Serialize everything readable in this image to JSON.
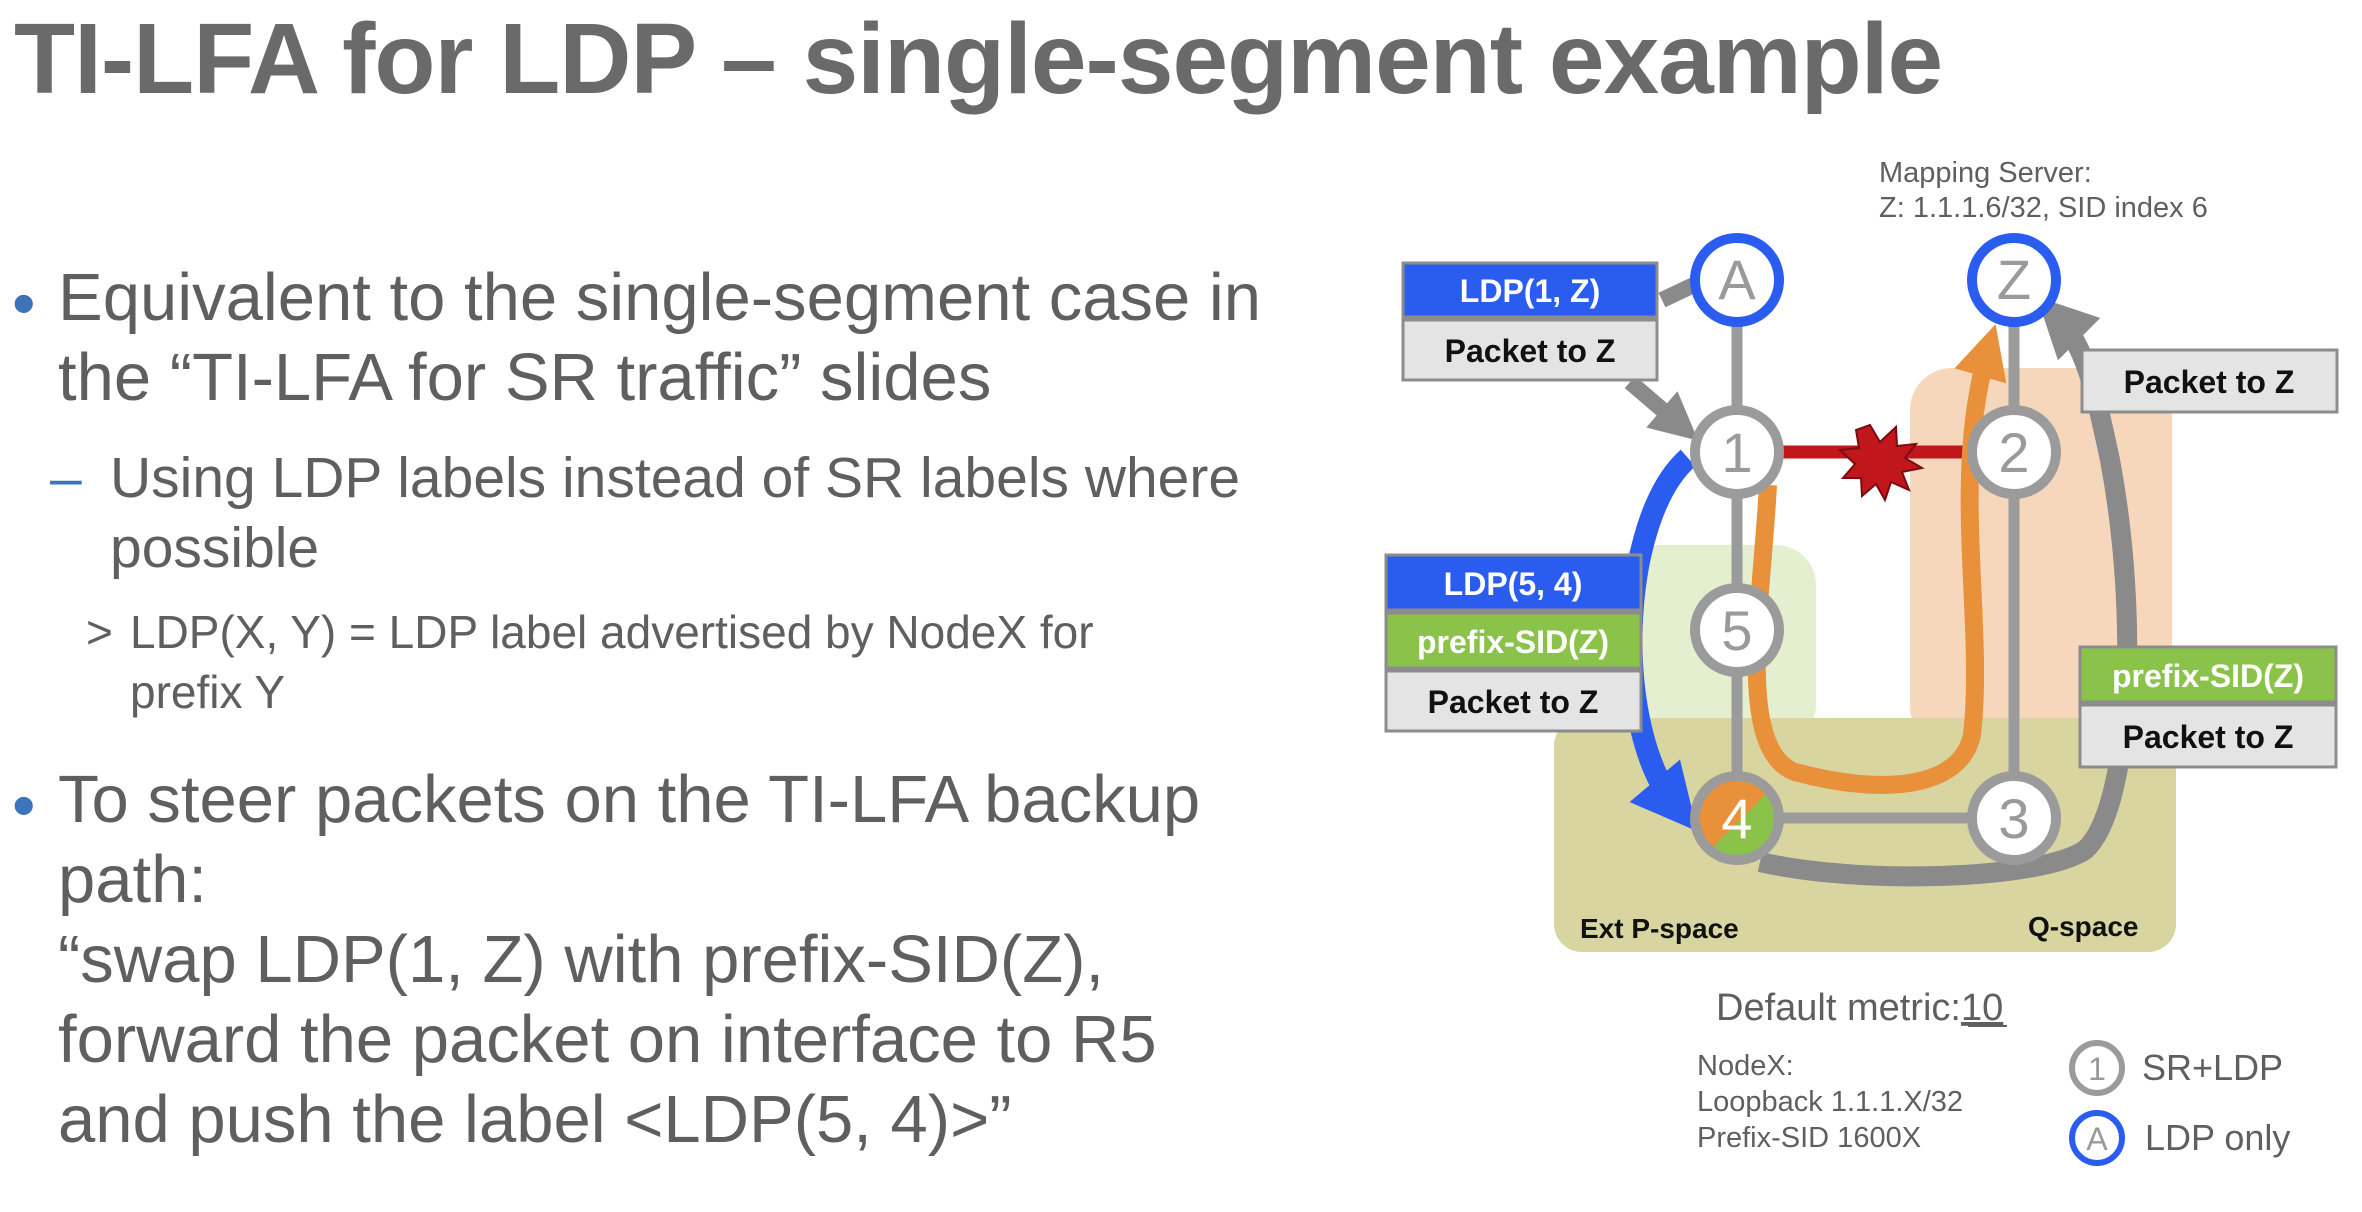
{
  "slide": {
    "title": "TI-LFA for LDP – single-segment example",
    "bullets": {
      "b1_line1": "Equivalent to the single-segment case in",
      "b1_line2": "the “TI-LFA for SR traffic” slides",
      "b1_sub_dash": "–",
      "b1_sub_line1": "Using LDP labels instead of SR labels where",
      "b1_sub_line2": "possible",
      "b1_subsub_marker": ">",
      "b1_subsub_line1": "LDP(X, Y) = LDP label advertised by NodeX for",
      "b1_subsub_line2": "prefix Y",
      "b2_line1": "To steer packets on the TI-LFA backup",
      "b2_line2": "path:",
      "b2_line3": "“swap LDP(1, Z) with prefix-SID(Z),",
      "b2_line4": "forward the packet on interface to R5",
      "b2_line5": "and push the label <LDP(5, 4)>”"
    }
  },
  "diagram": {
    "mapping_server": {
      "line1": "Mapping Server:",
      "line2": "Z: 1.1.1.6/32, SID index 6"
    },
    "nodes": {
      "A": "A",
      "Z": "Z",
      "n1": "1",
      "n2": "2",
      "n3": "3",
      "n4": "4",
      "n5": "5"
    },
    "stacks": {
      "s1_top": "LDP(1, Z)",
      "s1_bottom": "Packet to Z",
      "s2_top": "LDP(5, 4)",
      "s2_mid": "prefix-SID(Z)",
      "s2_bottom": "Packet to Z",
      "s3_bottom": "Packet to Z",
      "s4_top": "prefix-SID(Z)",
      "s4_bottom": "Packet to Z"
    },
    "regions": {
      "ext_p_space": "Ext P-space",
      "q_space": "Q-space"
    },
    "metric": {
      "label": "Default metric:",
      "value": "10"
    },
    "nodex": {
      "line1": "NodeX:",
      "line2": "Loopback 1.1.1.X/32",
      "line3": "Prefix-SID 1600X"
    },
    "legend": {
      "sr_ldp_node": "1",
      "sr_ldp_label": "SR+LDP",
      "ldp_only_node": "A",
      "ldp_only_label": "LDP only"
    },
    "colors": {
      "ldp_blue": "#2a5cf0",
      "sr_green": "#8bc34a",
      "backup_orange": "#e8913a",
      "failure_red": "#c0161c",
      "ext_p_space": "#d8d5a0",
      "q_space": "#f6d7bc"
    }
  }
}
